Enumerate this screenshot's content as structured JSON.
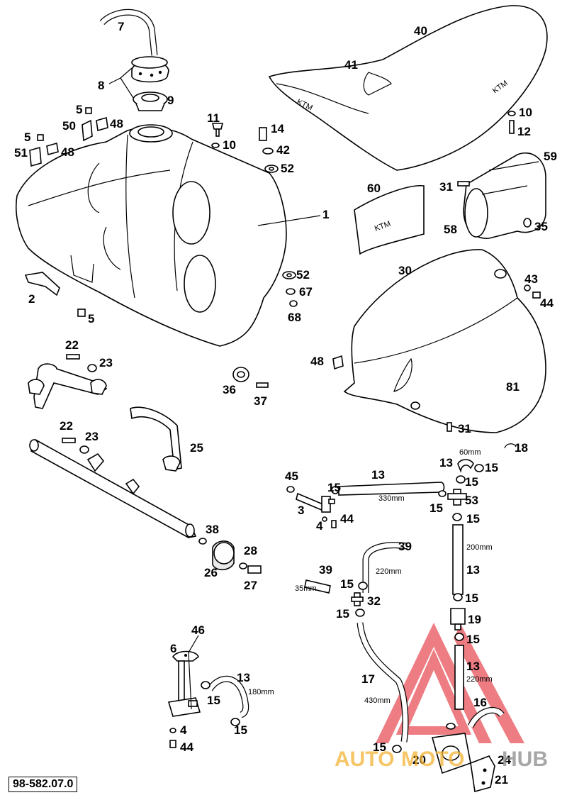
{
  "diagram": {
    "code": "98-582.07.0",
    "watermark": {
      "part1": "AUTO",
      "part2": "MOTO",
      "part3": "HUB",
      "logo_color": "#e0141e",
      "text_color": "#f2b233"
    },
    "labels": {
      "n1": "1",
      "n2": "2",
      "n3": "3",
      "n4a": "4",
      "n4b": "4",
      "n5a": "5",
      "n5b": "5",
      "n5c": "5",
      "n6": "6",
      "n7": "7",
      "n8": "8",
      "n9": "9",
      "n10a": "10",
      "n10b": "10",
      "n11": "11",
      "n12": "12",
      "n13a": "13",
      "n13b": "13",
      "n13c": "13",
      "n13d": "13",
      "n13e": "13",
      "n14": "14",
      "n15a": "15",
      "n15b": "15",
      "n15c": "15",
      "n15d": "15",
      "n15e": "15",
      "n15f": "15",
      "n15g": "15",
      "n15h": "15",
      "n15i": "15",
      "n15j": "15",
      "n15k": "15",
      "n16": "16",
      "n17": "17",
      "n18": "18",
      "n19": "19",
      "n20": "20",
      "n21": "21",
      "n22a": "22",
      "n22b": "22",
      "n23a": "23",
      "n23b": "23",
      "n24": "24",
      "n25": "25",
      "n26": "26",
      "n27": "27",
      "n28": "28",
      "n30": "30",
      "n31a": "31",
      "n31b": "31",
      "n32": "32",
      "n35": "35",
      "n36": "36",
      "n37": "37",
      "n38": "38",
      "n39a": "39",
      "n39b": "39",
      "n40": "40",
      "n41": "41",
      "n42": "42",
      "n43": "43",
      "n44a": "44",
      "n44b": "44",
      "n44c": "44",
      "n45": "45",
      "n46": "46",
      "n48a": "48",
      "n48b": "48",
      "n48c": "48",
      "n50": "50",
      "n51": "51",
      "n52a": "52",
      "n52b": "52",
      "n53": "53",
      "n58": "58",
      "n59": "59",
      "n60": "60",
      "n67": "67",
      "n68": "68",
      "n81": "81"
    },
    "dimensions": {
      "d60": "60mm",
      "d330": "330mm",
      "d200": "200mm",
      "d220a": "220mm",
      "d35": "35mm",
      "d220b": "220mm",
      "d430": "430mm",
      "d180": "180mm"
    }
  }
}
